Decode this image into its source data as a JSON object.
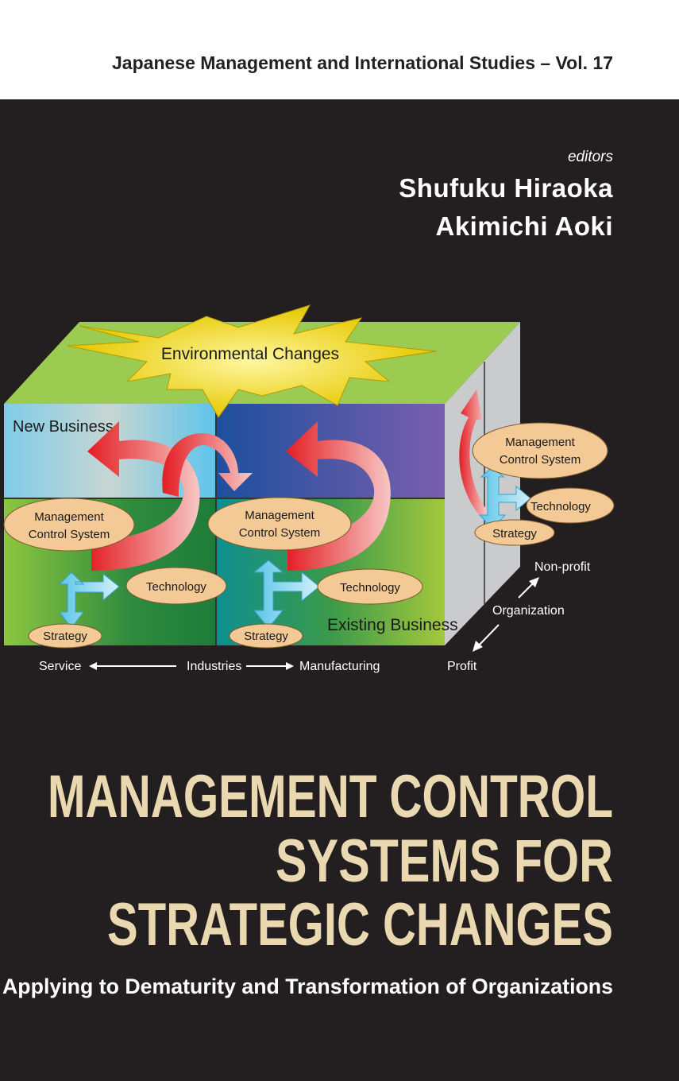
{
  "series": "Japanese Management and International Studies – Vol. 17",
  "editors_label": "editors",
  "editors": [
    "Shufuku Hiraoka",
    "Akimichi Aoki"
  ],
  "diagram": {
    "star": "Environmental Changes",
    "new_business": "New Business",
    "existing_business": "Existing Business",
    "mcs_line1": "Management",
    "mcs_line2": "Control System",
    "technology": "Technology",
    "strategy": "Strategy",
    "axis_service": "Service",
    "axis_industries": "Industries",
    "axis_manufacturing": "Manufacturing",
    "axis_nonprofit": "Non-profit",
    "axis_organization": "Organization",
    "axis_profit": "Profit"
  },
  "title_lines": [
    "MANAGEMENT CONTROL",
    "SYSTEMS FOR",
    "STRATEGIC CHANGES"
  ],
  "subtitle": "Applying  to Dematurity and Transformation of Organizations",
  "colors": {
    "background": "#231f20",
    "title": "#ead9b0",
    "cube_green": "#8dc63f",
    "ellipse": "#f3c995"
  }
}
